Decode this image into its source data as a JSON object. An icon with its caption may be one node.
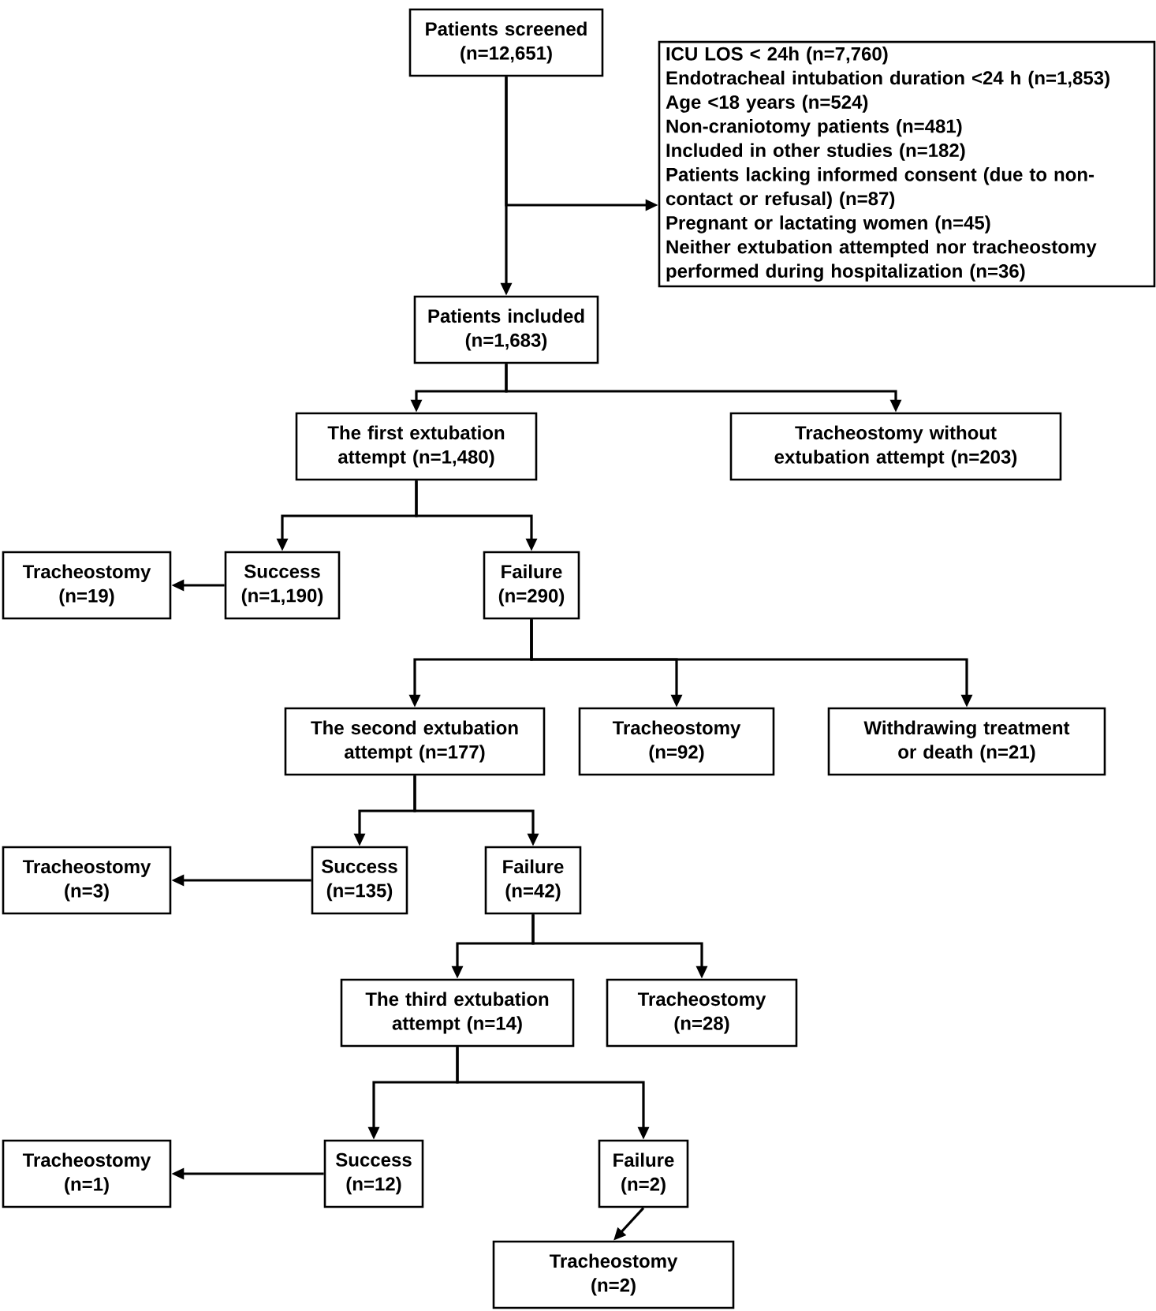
{
  "diagram": {
    "nodes": [
      {
        "text": [
          "Patients screened (n=12,651)"
        ]
      },
      {
        "text": [
          "ICU LOS < 24h (n=7,760)",
          "Endotracheal intubation duration <24 h (n=1,853)",
          "Age <18 years (n=524)",
          "Non-craniotomy patients (n=481)",
          "Included in other studies (n=182)",
          "Patients lacking informed consent (due to non-contact or refusal) (n=87)",
          "Pregnant or lactating women (n=45)",
          "Neither extubation attempted nor tracheostomy performed during hospitalization (n=36)"
        ]
      },
      {
        "text": [
          "Patients included (n=1,683)"
        ]
      },
      {
        "text": [
          "The first extubation attempt (n=1,480)"
        ]
      },
      {
        "text": [
          "Tracheostomy without extubation attempt (n=203)"
        ]
      },
      {
        "text": [
          "Tracheostomy (n=19)"
        ]
      },
      {
        "text": [
          "Success (n=1,190)"
        ]
      },
      {
        "text": [
          "Failure (n=290)"
        ]
      },
      {
        "text": [
          "The second extubation attempt (n=177)"
        ]
      },
      {
        "text": [
          "Tracheostomy (n=92)"
        ]
      },
      {
        "text": [
          "Withdrawing treatment or death (n=21)"
        ]
      },
      {
        "text": [
          "Tracheostomy (n=3)"
        ]
      },
      {
        "text": [
          "Success (n=135)"
        ]
      },
      {
        "text": [
          "Failure (n=42)"
        ]
      },
      {
        "text": [
          "The third extubation attempt (n=14)"
        ]
      },
      {
        "text": [
          "Tracheostomy (n=28)"
        ]
      },
      {
        "text": [
          "Tracheostomy (n=1)"
        ]
      },
      {
        "text": [
          "Success (n=12)"
        ]
      },
      {
        "text": [
          "Failure (n=2)"
        ]
      },
      {
        "text": [
          "Tracheostomy (n=2)"
        ]
      }
    ],
    "edges": [
      {
        "from": 0,
        "to": 2,
        "arrow": "to"
      },
      {
        "from": 0,
        "to": 1,
        "arrow": "to"
      },
      {
        "from": 2,
        "to": 3,
        "arrow": "to"
      },
      {
        "from": 2,
        "to": 4,
        "arrow": "to"
      },
      {
        "from": 3,
        "to": 6,
        "arrow": "to"
      },
      {
        "from": 3,
        "to": 7,
        "arrow": "to"
      },
      {
        "from": 6,
        "to": 5,
        "arrow": "to"
      },
      {
        "from": 7,
        "to": 8,
        "arrow": "to"
      },
      {
        "from": 7,
        "to": 9,
        "arrow": "to"
      },
      {
        "from": 7,
        "to": 10,
        "arrow": "to"
      },
      {
        "from": 8,
        "to": 12,
        "arrow": "to"
      },
      {
        "from": 8,
        "to": 13,
        "arrow": "to"
      },
      {
        "from": 12,
        "to": 11,
        "arrow": "to"
      },
      {
        "from": 13,
        "to": 14,
        "arrow": "to"
      },
      {
        "from": 13,
        "to": 15,
        "arrow": "to"
      },
      {
        "from": 14,
        "to": 17,
        "arrow": "to"
      },
      {
        "from": 14,
        "to": 18,
        "arrow": "to"
      },
      {
        "from": 17,
        "to": 16,
        "arrow": "to"
      },
      {
        "from": 18,
        "to": 19,
        "arrow": "to"
      }
    ]
  }
}
